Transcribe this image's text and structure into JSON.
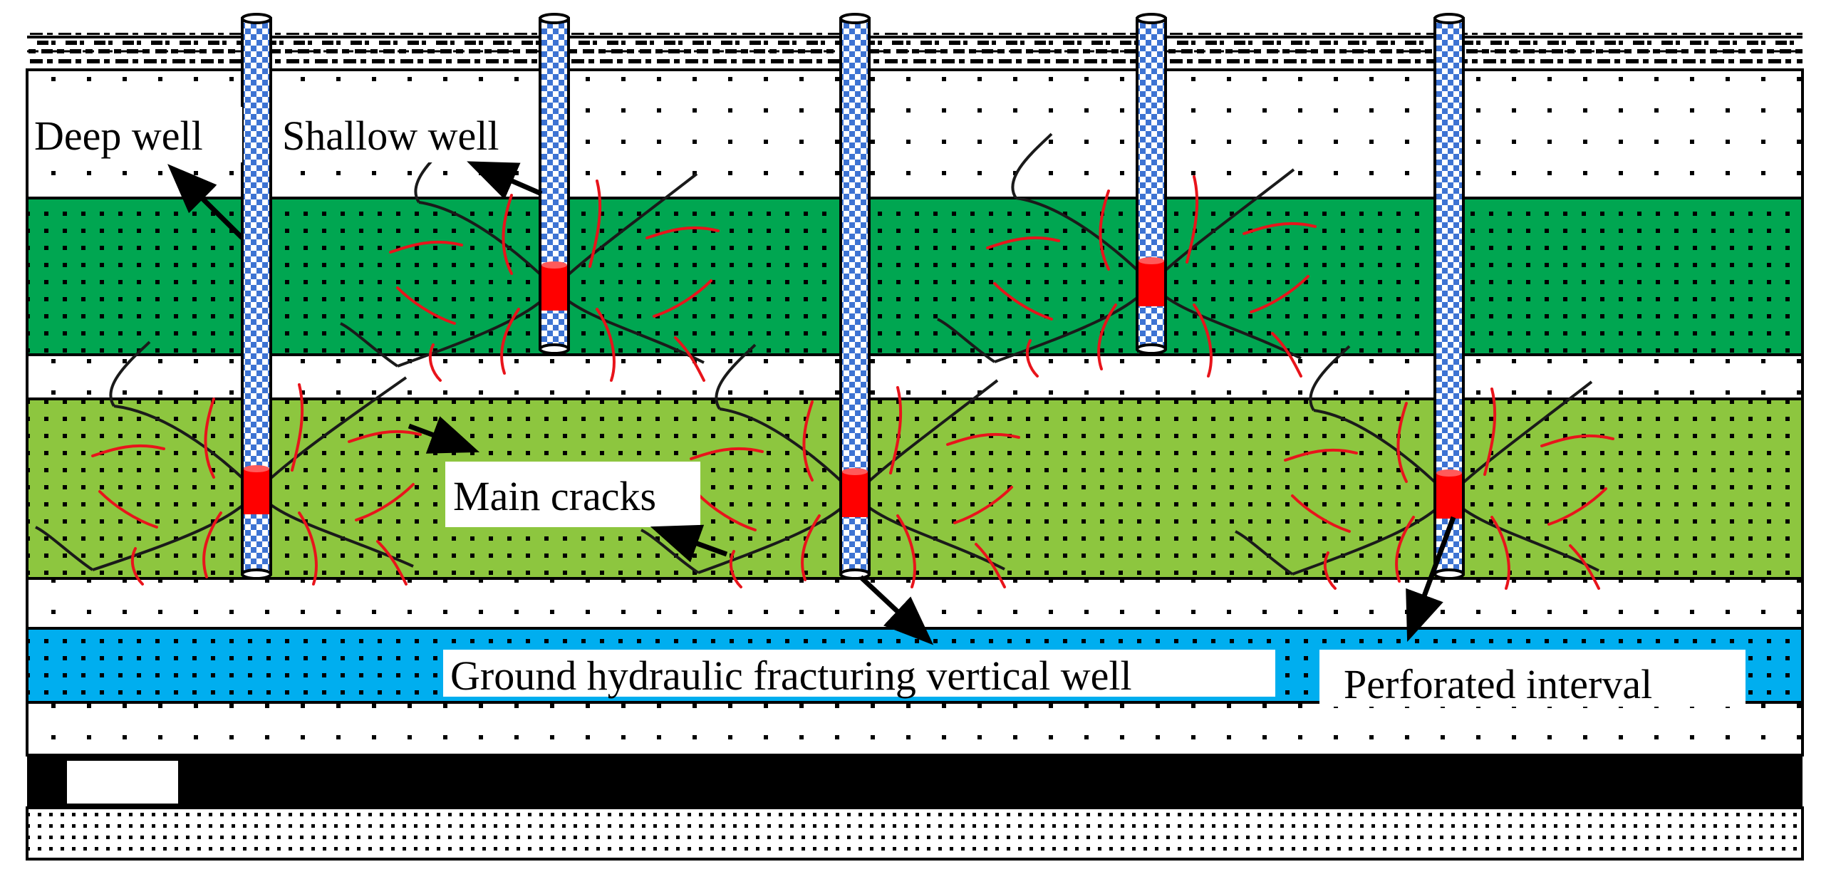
{
  "diagram": {
    "labels": {
      "deep_well": "Deep well",
      "shallow_well": "Shallow well",
      "main_cracks": "Main cracks",
      "ground_well": "Ground hydraulic fracturing vertical well",
      "perforated_interval": "Perforated interval"
    },
    "colors": {
      "dark_green_layer": "#00a651",
      "light_green_layer": "#8dc63f",
      "blue_layer": "#00aeef",
      "coal_layer": "#000000",
      "white_layer": "#ffffff",
      "casing_check_a": "#3d73d3",
      "casing_check_b": "#ffffff",
      "perforated_interval": "#ff0000",
      "main_crack": "#1a1a1a",
      "secondary_crack": "#e8141b",
      "label_arrow": "#000000"
    },
    "icons": {
      "topsoil": "dashed-soil-pattern",
      "sand_dots": "dot-pattern",
      "casing": "checkered-pipe",
      "arrow": "arrowhead"
    },
    "wells": [
      {
        "type": "deep",
        "perforated": true
      },
      {
        "type": "shallow",
        "perforated": true
      },
      {
        "type": "deep",
        "perforated": true
      },
      {
        "type": "shallow",
        "perforated": true
      },
      {
        "type": "deep",
        "perforated": true
      }
    ]
  }
}
